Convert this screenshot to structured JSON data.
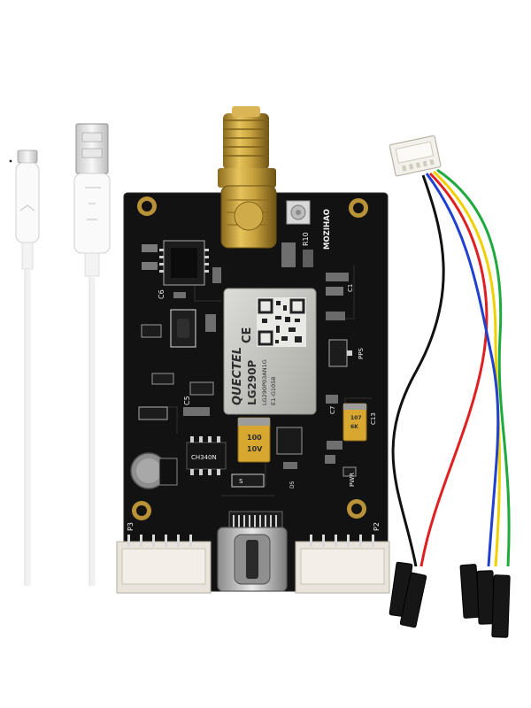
{
  "colors": {
    "pcb": "#121212",
    "module": "#c8c8c4",
    "gold": "#c9a33e",
    "cable": "#f4f4f4",
    "wire_red": "#e02020",
    "wire_yellow": "#f0d000",
    "wire_green": "#1faa3c",
    "wire_blue": "#2040d0",
    "wire_black": "#111111"
  },
  "board": {
    "module_brand": "QUECTEL",
    "module_model": "LG290P",
    "module_ce": "CE",
    "module_detail_1": "LG290P03AN1G",
    "module_detail_2": "E1-G1058",
    "brand_silk": "MOZIHAO",
    "label_r10": "R10",
    "label_c1": "C1",
    "label_c5": "C5",
    "label_c6": "C6",
    "label_c7": "C7",
    "label_c13": "C13",
    "label_pps": "PPS",
    "label_pwr": "PWR",
    "label_p2": "P2",
    "label_p3": "P3",
    "label_s": "S",
    "label_d5": "D5",
    "cap_c13_value_1": "107",
    "cap_c13_value_2": "6K",
    "tant_value_1": "100",
    "tant_value_2": "10V",
    "ic_marking": "CH340N"
  }
}
